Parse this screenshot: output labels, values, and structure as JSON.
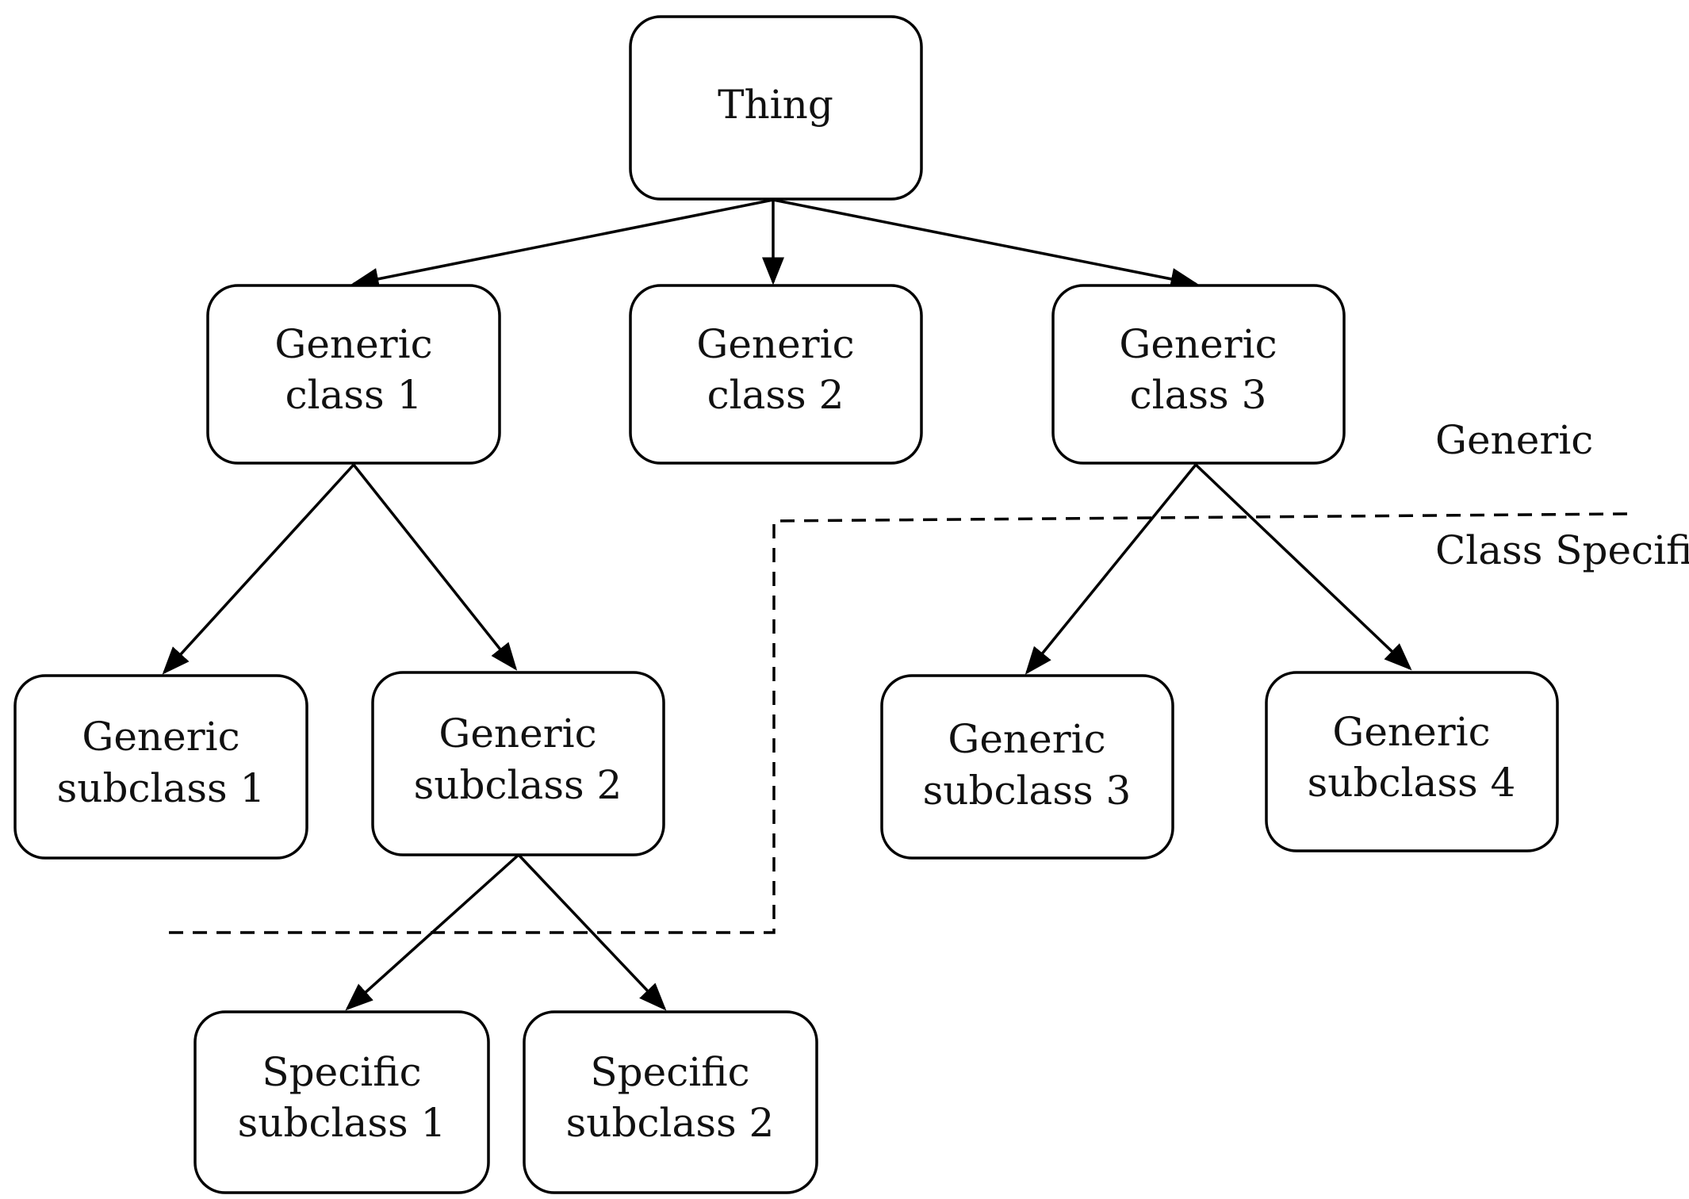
{
  "nodes": {
    "thing": {
      "label": "Thing"
    },
    "gc1": {
      "line1": "Generic",
      "line2": "class 1"
    },
    "gc2": {
      "line1": "Generic",
      "line2": "class 2"
    },
    "gc3": {
      "line1": "Generic",
      "line2": "class 3"
    },
    "gs1": {
      "line1": "Generic",
      "line2": "subclass 1"
    },
    "gs2": {
      "line1": "Generic",
      "line2": "subclass 2"
    },
    "gs3": {
      "line1": "Generic",
      "line2": "subclass 3"
    },
    "gs4": {
      "line1": "Generic",
      "line2": "subclass 4"
    },
    "ss1": {
      "line1": "Specific",
      "line2": "subclass 1"
    },
    "ss2": {
      "line1": "Specific",
      "line2": "subclass 2"
    }
  },
  "regions": {
    "generic": "Generic",
    "class_specific": "Class Specific"
  }
}
